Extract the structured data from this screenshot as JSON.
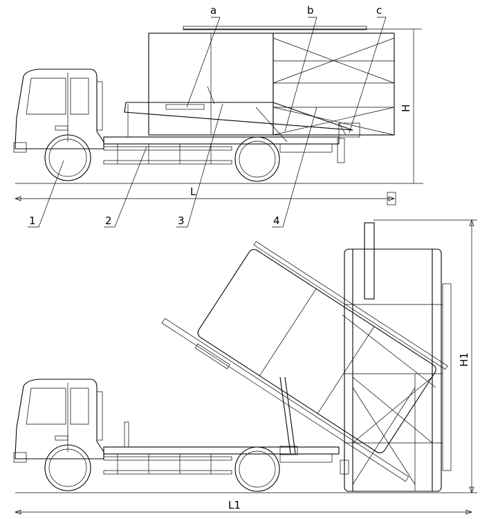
{
  "figure": {
    "top_view": {
      "part_labels": {
        "a": "a",
        "b": "b",
        "c": "c"
      },
      "numbers": [
        "1",
        "2",
        "3",
        "4"
      ],
      "height_dim": "H",
      "length_dim": "L"
    },
    "bottom_view": {
      "height_dim": "H1",
      "length_dim": "L1"
    }
  },
  "colors": {
    "line": "#000000",
    "background": "#ffffff"
  }
}
